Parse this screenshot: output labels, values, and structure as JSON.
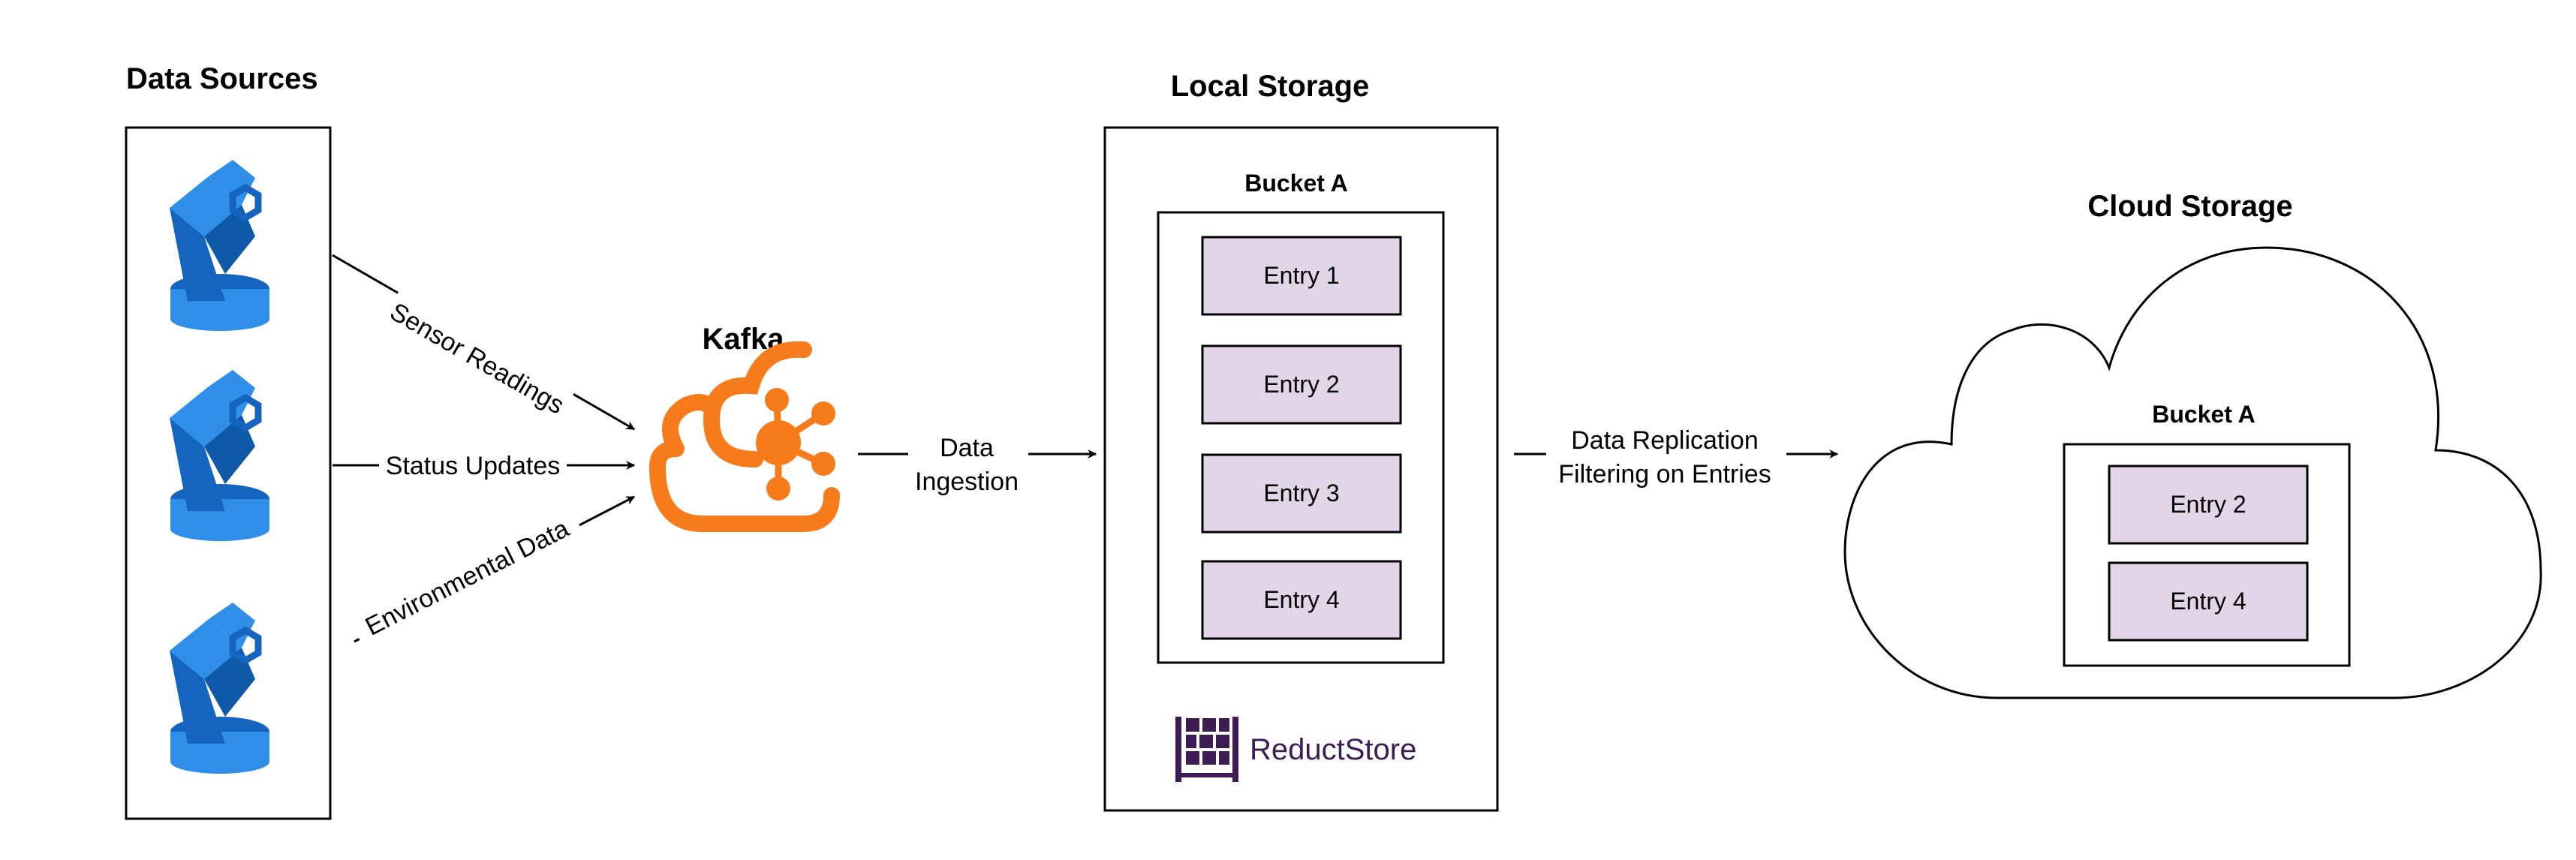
{
  "data_sources": {
    "title": "Data Sources",
    "devices": [
      {
        "icon": "robot-arm-icon"
      },
      {
        "icon": "robot-arm-icon"
      },
      {
        "icon": "robot-arm-icon"
      }
    ]
  },
  "flows": {
    "sensor": "Sensor Readings",
    "status": "Status Updates",
    "environmental": "Environmental Data",
    "ingestion_line1": "Data",
    "ingestion_line2": "Ingestion",
    "replication_line1": "Data Replication",
    "replication_line2": "Filtering on Entries"
  },
  "kafka": {
    "title": "Kafka",
    "icon": "kafka-cloud-icon",
    "color": "#F77B1B"
  },
  "local_storage": {
    "title": "Local Storage",
    "bucket": {
      "title": "Bucket A",
      "entries": [
        "Entry 1",
        "Entry 2",
        "Entry 3",
        "Entry 4"
      ]
    },
    "brand": {
      "name": "ReductStore",
      "icon": "reductstore-logo-icon",
      "color": "#3D1C54"
    }
  },
  "cloud_storage": {
    "title": "Cloud Storage",
    "bucket": {
      "title": "Bucket A",
      "entries": [
        "Entry 2",
        "Entry 4"
      ]
    }
  },
  "colors": {
    "entry_fill": "#E1D5E7",
    "robot_dark": "#1565C0",
    "robot_light": "#2F8FE8"
  }
}
